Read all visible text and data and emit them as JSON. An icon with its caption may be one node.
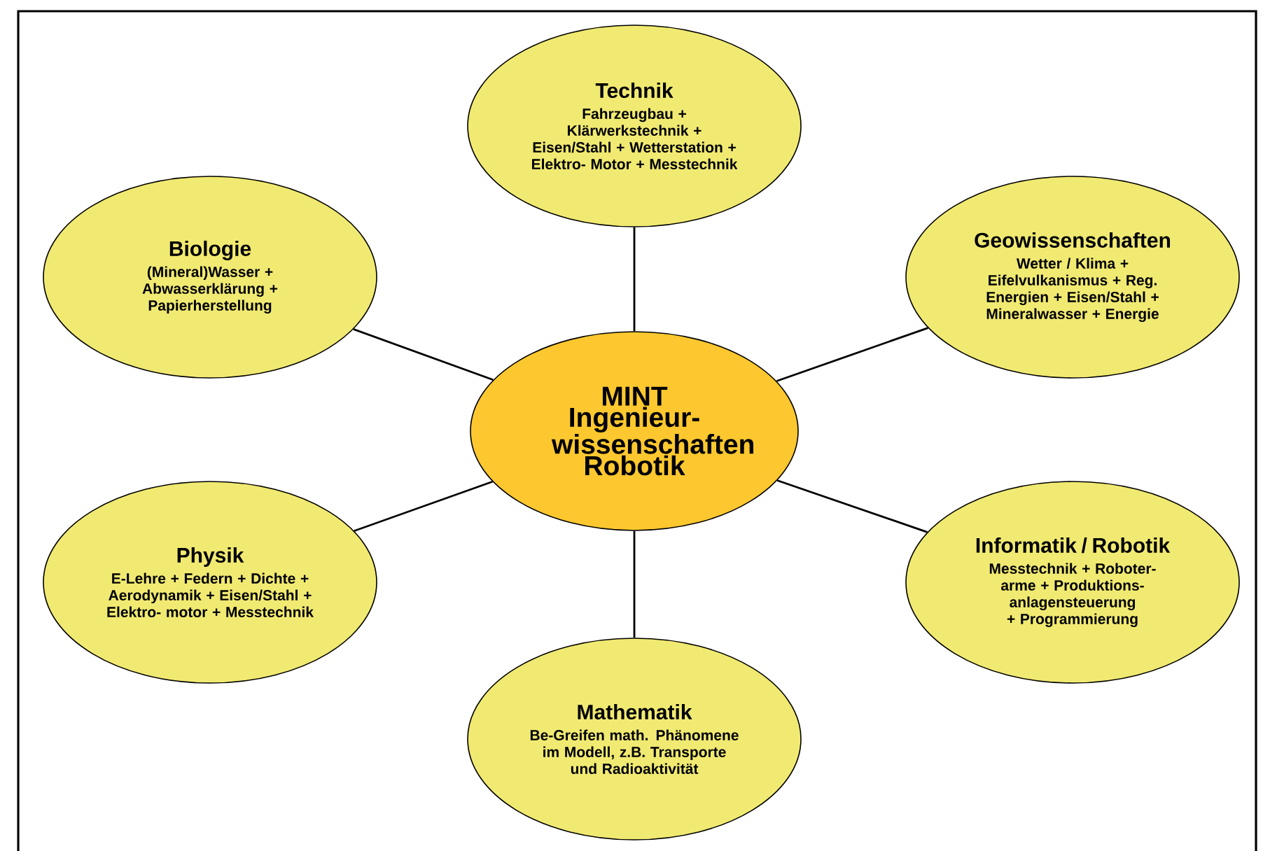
{
  "diagram": {
    "nodes": [
      {
        "text": [
          "Technik",
          "Fahrzeugbau + Klärwerkstechnik + Eisen/Stahl + Wetterstation + Elektro- Motor + Messtechnik"
        ]
      },
      {
        "text": [
          "Biologie",
          "(Mineral)Wasser + Abwasserklärung + Papierherstellung"
        ]
      },
      {
        "text": [
          "Geowissenschaften",
          "Wetter / Klima + Eifelvulkanismus + Reg. Energien + Eisen/Stahl + Mineralwasser + Energie"
        ]
      },
      {
        "text": [
          "MINT Ingenieur- wissenschaften Robotik"
        ]
      },
      {
        "text": [
          "Physik",
          "E-Lehre + Federn + Dichte + Aerodynamik + Eisen/Stahl + Elektro- motor + Messtechnik"
        ]
      },
      {
        "text": [
          "Informatik / Robotik",
          "Messtechnik + Roboter- arme + Produktions- anlagensteuerung + Programmierung"
        ]
      },
      {
        "text": [
          "Mathematik",
          "Be-Greifen math. Phänomene im Modell, z.B. Transporte und Radioaktivität"
        ]
      }
    ],
    "edges": [
      {
        "from": 3,
        "to": 0,
        "arrow": "none"
      },
      {
        "from": 3,
        "to": 1,
        "arrow": "none"
      },
      {
        "from": 3,
        "to": 2,
        "arrow": "none"
      },
      {
        "from": 3,
        "to": 4,
        "arrow": "none"
      },
      {
        "from": 3,
        "to": 5,
        "arrow": "none"
      },
      {
        "from": 3,
        "to": 6,
        "arrow": "none"
      }
    ]
  }
}
